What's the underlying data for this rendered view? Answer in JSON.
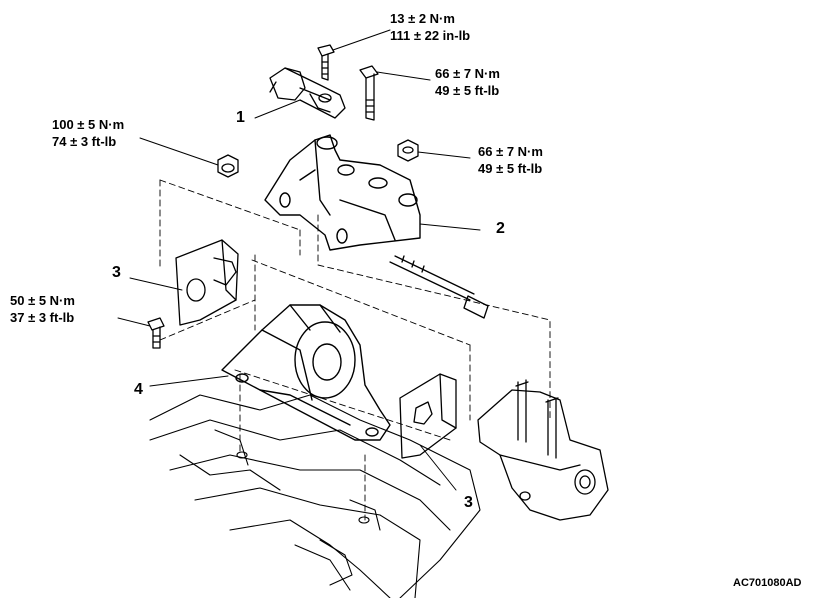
{
  "torque_specs": {
    "bolt_top": {
      "nm": "13 ± 2 N·m",
      "imperial": "111 ± 22 in-lb"
    },
    "bolt_long": {
      "nm": "66 ± 7 N·m",
      "imperial": "49 ± 5 ft-lb"
    },
    "nut_left": {
      "nm": "100 ± 5 N·m",
      "imperial": "74 ± 3 ft-lb"
    },
    "nut_right": {
      "nm": "66 ± 7 N·m",
      "imperial": "49 ± 5 ft-lb"
    },
    "bolt_lower_left": {
      "nm": "50 ± 5 N·m",
      "imperial": "37 ± 3 ft-lb"
    }
  },
  "callouts": {
    "part_1": "1",
    "part_2": "2",
    "part_3_left": "3",
    "part_3_right": "3",
    "part_4": "4"
  },
  "figure_code": "AC701080AD"
}
